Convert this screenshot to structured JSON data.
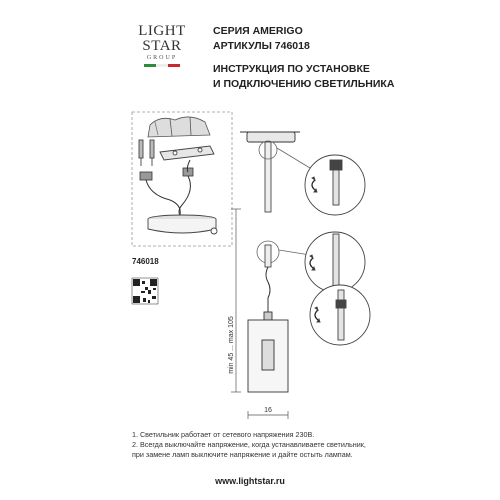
{
  "brand": {
    "line1": "LIGHT",
    "line2": "STAR",
    "line3": "GROUP",
    "flag_colors": [
      "#2e8b3d",
      "#ffffff",
      "#c8282d"
    ]
  },
  "header": {
    "series": "СЕРИЯ AMERIGO",
    "article": "АРТИКУЛЫ 746018",
    "instr1": "ИНСТРУКЦИЯ ПО УСТАНОВКЕ",
    "instr2": "И ПОДКЛЮЧЕНИЮ СВЕТИЛЬНИКА"
  },
  "model_code": "746018",
  "dimensions": {
    "height": "min 45 ... max 105",
    "width": "16"
  },
  "notes": [
    "1. Светильник работает от сетевого напряжения 230В.",
    "2. Всегда выключайте напряжение, когда устанавливаете светильник,",
    "при замене ламп выключите напряжение и дайте остыть лампам."
  ],
  "footer_url": "www.lightstar.ru",
  "icons": [
    "qr-code-icon",
    "rotate-arrows-icon",
    "screwdriver-icon",
    "wire-connector-icon"
  ]
}
